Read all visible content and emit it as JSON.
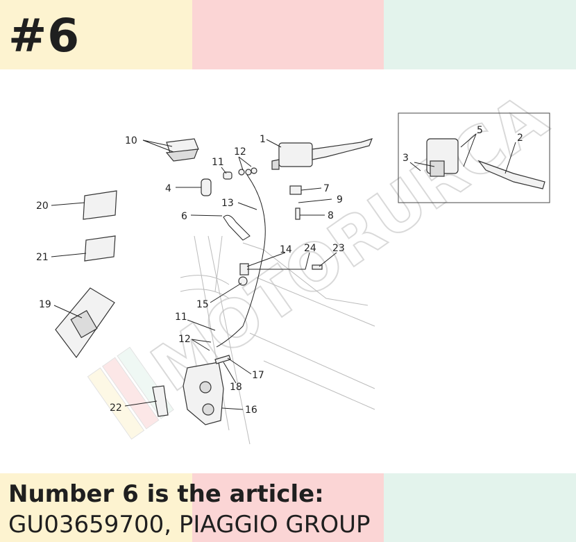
{
  "header": {
    "title": "#6"
  },
  "colors": {
    "band_yellow": "#fdf3d0",
    "band_pink": "#fbd5d5",
    "band_mint": "#e3f3ec"
  },
  "watermark": {
    "text": "MOTORURCA"
  },
  "diagram": {
    "labels": [
      "1",
      "2",
      "3",
      "4",
      "5",
      "6",
      "7",
      "8",
      "9",
      "10",
      "11",
      "11",
      "12",
      "12",
      "13",
      "14",
      "15",
      "16",
      "17",
      "18",
      "19",
      "20",
      "21",
      "22",
      "23",
      "24"
    ]
  },
  "caption": {
    "line1": "Number 6 is the article:",
    "line2": "GU03659700, PIAGGIO GROUP"
  }
}
